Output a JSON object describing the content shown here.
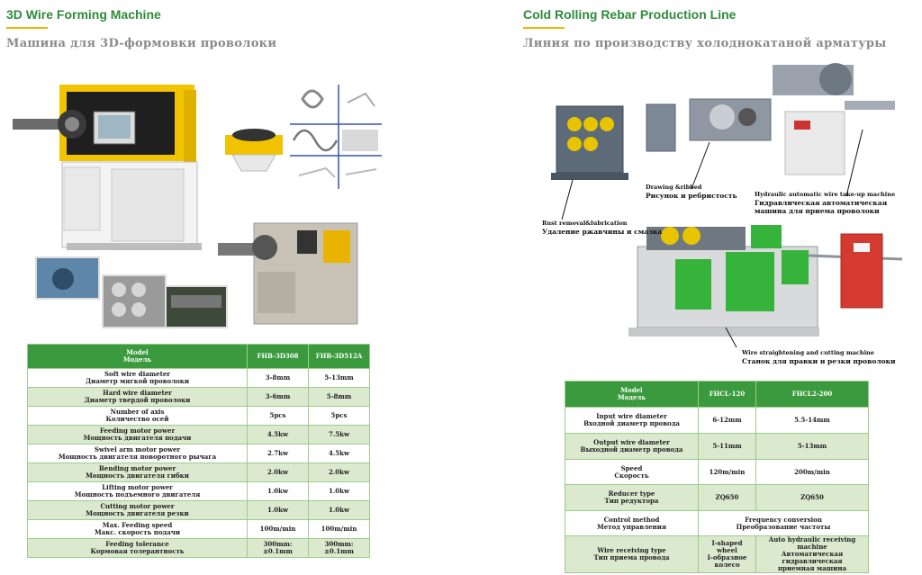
{
  "left": {
    "title_en": "3D Wire Forming Machine",
    "title_ru": "Машина для 3D-формовки проволоки",
    "table": {
      "header": {
        "label_en": "Model",
        "label_ru": "Модель",
        "col1": "FHB-3D308",
        "col2": "FHB-3D512A"
      },
      "rows": [
        {
          "en": "Soft wire diameter",
          "ru": "Диаметр мягкой проволоки",
          "v1": "3-8mm",
          "v2": "5-13mm"
        },
        {
          "en": "Hard wire diameter",
          "ru": "Диаметр твердой проволоки",
          "v1": "3-6mm",
          "v2": "5-8mm"
        },
        {
          "en": "Number of axis",
          "ru": "Количество осей",
          "v1": "5pcs",
          "v2": "5pcs"
        },
        {
          "en": "Feeding motor power",
          "ru": "Мощность двигателя подачи",
          "v1": "4.5kw",
          "v2": "7.5kw"
        },
        {
          "en": "Swivel arm motor power",
          "ru": "Мощность двигателя поворотного рычага",
          "v1": "2.7kw",
          "v2": "4.5kw"
        },
        {
          "en": "Bending motor power",
          "ru": "Мощность двигателя гибки",
          "v1": "2.0kw",
          "v2": "2.0kw"
        },
        {
          "en": "Lifting motor power",
          "ru": "Мощность подъемного двигателя",
          "v1": "1.0kw",
          "v2": "1.0kw"
        },
        {
          "en": "Cutting motor power",
          "ru": "Мощность двигателя резки",
          "v1": "1.0kw",
          "v2": "1.0kw"
        },
        {
          "en": "Max. Feeding speed",
          "ru": "Макс. скорость подачи",
          "v1": "100m/min",
          "v2": "100m/min"
        },
        {
          "en": "Feeding tolerance",
          "ru": "Кормовая толерантность",
          "v1": "300mm: ±0.1mm",
          "v2": "300mm: ±0.1mm"
        }
      ]
    }
  },
  "right": {
    "title_en": "Cold Rolling Rebar Production Line",
    "title_ru": "Линия по производству холоднокатаной арматуры",
    "labels": {
      "drawing_en": "Drawing &ribbed",
      "drawing_ru": "Рисунок и ребристость",
      "hydraulic_en": "Hydraulic automatic wire take-up machine",
      "hydraulic_ru1": "Гидравлическая автоматическая",
      "hydraulic_ru2": "машина для приема проволоки",
      "rust_en": "Rust removal&lubrication",
      "rust_ru": "Удаление ржавчины и смазка",
      "straight_en": "Wire straightening and cutting machine",
      "straight_ru": "Станок для правки и резки проволоки"
    },
    "table": {
      "header": {
        "label_en": "Model",
        "label_ru": "Модель",
        "col1": "FHCL-120",
        "col2": "FHCL2-200"
      },
      "rows": [
        {
          "en": "Input wire diameter",
          "ru": "Входной диаметр провода",
          "v1": "6-12mm",
          "v2": "5.5-14mm"
        },
        {
          "en": "Output wire diameter",
          "ru": "Выходной диаметр провода",
          "v1": "5-11mm",
          "v2": "5-13mm"
        },
        {
          "en": "Speed",
          "ru": "Скорость",
          "v1": "120m/min",
          "v2": "200m/min"
        },
        {
          "en": "Reducer type",
          "ru": "Тип редуктора",
          "v1": "ZQ650",
          "v2": "ZQ650"
        },
        {
          "en": "Control method",
          "ru": "Метод управления",
          "span_en": "Frequency conversion",
          "span_ru": "Преобразование частоты"
        },
        {
          "en": "Wire receiving type",
          "ru": "Тип приема провода",
          "v1_en": "I-shaped wheel",
          "v1_ru": "I-образное колесо",
          "v2_en": "Auto hydraulic receiving machine",
          "v2_ru1": "Автоматическая гидравлическая",
          "v2_ru2": "приемная машина"
        }
      ]
    }
  }
}
